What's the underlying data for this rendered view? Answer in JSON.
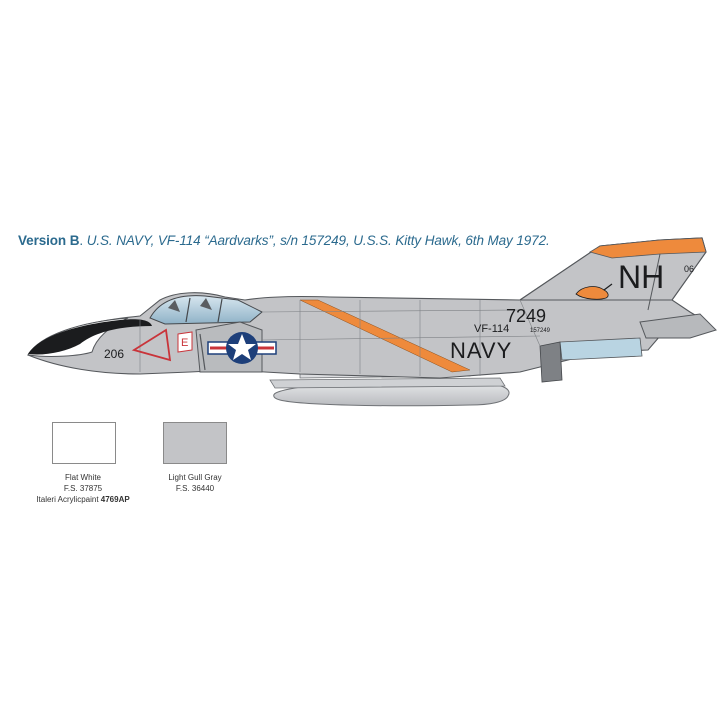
{
  "caption": {
    "version": "Version B",
    "text": "U.S. NAVY, VF-114 “Aardvarks”, s/n 157249, U.S.S. Kitty Hawk, 6th May 1972."
  },
  "aircraft_markings": {
    "tail_code": "NH",
    "tail_number_small": "06",
    "buno": "7249",
    "squadron": "VF-114",
    "service": "NAVY",
    "modex": "206",
    "serial_small": "157249",
    "e_mark": "E"
  },
  "colors": {
    "accent_text": "#2b6a8e",
    "flat_white": "#ffffff",
    "light_gull_gray": "#c3c4c7",
    "orange_stripe": "#ee8a3c",
    "insignia_blue": "#1d3f7a",
    "insignia_red": "#c9343a"
  },
  "swatches": [
    {
      "name": "Flat White",
      "fs": "F.S. 37875",
      "paint_prefix": "Italeri Acrylicpaint",
      "paint_code": "4769AP",
      "color": "#ffffff"
    },
    {
      "name": "Light Gull Gray",
      "fs": "F.S. 36440",
      "color": "#c3c4c7"
    }
  ]
}
